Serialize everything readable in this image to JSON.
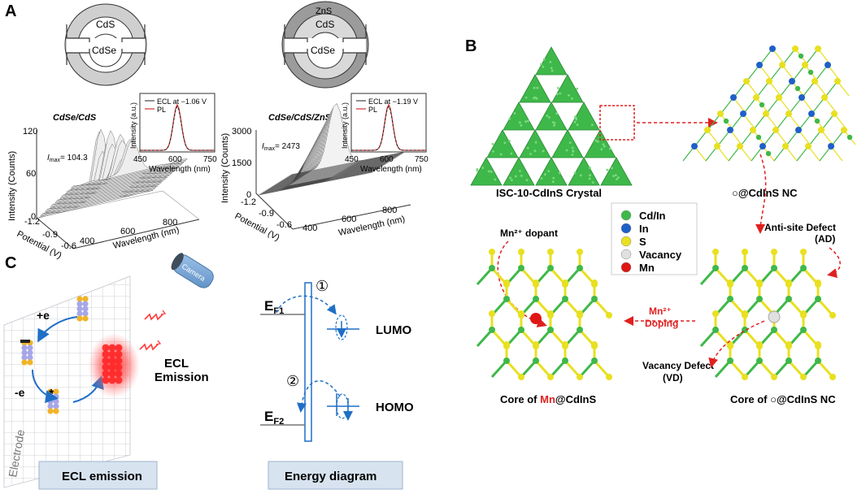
{
  "panels": {
    "A": {
      "label": "A",
      "left_schematic": {
        "shell": "CdS",
        "core": "CdSe"
      },
      "right_schematic": {
        "outer": "ZnS",
        "shell": "CdS",
        "core": "CdSe"
      },
      "left_plot": {
        "title": "CdSe/CdS",
        "imax_prefix": "I",
        "imax_sub": "max",
        "imax_value": "= 104.3",
        "z_label": "Intensity (Counts)",
        "z_ticks": [
          "0",
          "60",
          "120"
        ],
        "x_label": "Wavelength (nm)",
        "x_ticks": [
          "400",
          "600",
          "800"
        ],
        "y_label": "Potential (V)",
        "y_ticks": [
          "-1.2",
          "-0.9",
          "-0.6"
        ],
        "inset": {
          "legend": [
            "ECL at −1.06 V",
            "PL"
          ],
          "y_label": "Intensity (a.u.)",
          "x_label": "Wavelength (nm)",
          "x_ticks": [
            "450",
            "600",
            "750"
          ]
        }
      },
      "right_plot": {
        "title": "CdSe/CdS/ZnS",
        "imax_prefix": "I",
        "imax_sub": "max",
        "imax_value": "= 2473",
        "z_label": "Intensity (Counts)",
        "z_ticks": [
          "0",
          "1500",
          "3000"
        ],
        "x_label": "Wavelength (nm)",
        "x_ticks": [
          "400",
          "600",
          "800"
        ],
        "y_label": "Potential (V)",
        "y_ticks": [
          "-1.2",
          "-0.9",
          "-0.6"
        ],
        "inset": {
          "legend": [
            "ECL at −1.19 V",
            "PL"
          ],
          "y_label": "Intensity (a.u.)",
          "x_label": "Wavelength (nm)",
          "x_ticks": [
            "450",
            "600",
            "750"
          ]
        }
      }
    },
    "B": {
      "label": "B",
      "crystal_label": "ISC-10-CdInS Crystal",
      "nc_label": "○@CdInS NC",
      "anti_site": "Anti-site Defect",
      "anti_site_abbr": "(AD)",
      "vacancy_defect": "Vacancy Defect",
      "vacancy_abbr": "(VD)",
      "mn_dopant": "Mn²⁺ dopant",
      "doping_top": "Mn²⁺",
      "doping_bottom": "Doping",
      "core_mn_prefix": "Core of ",
      "core_mn_highlight": "Mn",
      "core_mn_suffix": "@CdInS",
      "core_vac": "Core of ○@CdInS NC",
      "legend": [
        {
          "label": "Cd/In",
          "color": "#3fb84a"
        },
        {
          "label": "In",
          "color": "#1f5fc8"
        },
        {
          "label": "S",
          "color": "#e8e020"
        },
        {
          "label": "Vacancy",
          "color": "#e0e0e0"
        },
        {
          "label": "Mn",
          "color": "#e01515"
        }
      ]
    },
    "C": {
      "label": "C",
      "plus_e": "+e",
      "minus_e": "-e",
      "camera": "Camera",
      "ecl1": "ECL",
      "ecl2": "Emission",
      "electrode": "Electrode",
      "circle1": "①",
      "circle2": "②",
      "ef1": "E",
      "ef1_sub": "F1",
      "ef2": "E",
      "ef2_sub": "F2",
      "lumo": "LUMO",
      "homo": "HOMO",
      "footer_left": "ECL emission",
      "footer_right": "Energy diagram"
    }
  },
  "colors": {
    "accent_blue": "#1f6fc6",
    "red_arrow": "#e02020",
    "green": "#3fb84a"
  }
}
